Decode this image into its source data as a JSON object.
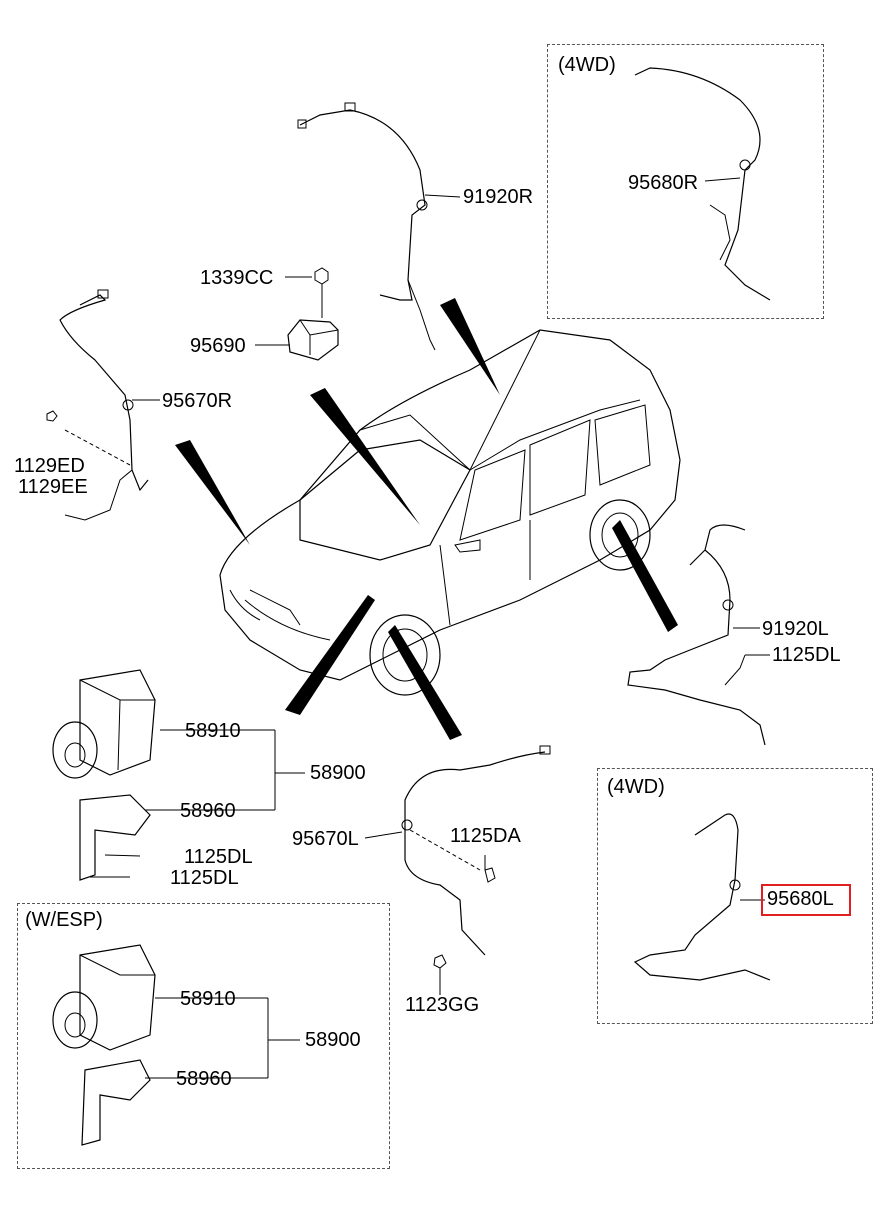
{
  "labels": {
    "box_4wd_top_title": "(4WD)",
    "box_4wd_bottom_title": "(4WD)",
    "box_wesp_title": "(W/ESP)",
    "p91920R": "91920R",
    "p95680R": "95680R",
    "p1339CC": "1339CC",
    "p95690": "95690",
    "p95670R": "95670R",
    "p1129ED": "1129ED",
    "p1129EE": "1129EE",
    "p91920L": "91920L",
    "p1125DL_right": "1125DL",
    "p58910_a": "58910",
    "p58900_a": "58900",
    "p58960_a": "58960",
    "p1125DL_a": "1125DL",
    "p1125DL_b": "1125DL",
    "p95670L": "95670L",
    "p1125DA": "1125DA",
    "p1123GG": "1123GG",
    "p95680L": "95680L",
    "p58910_b": "58910",
    "p58900_b": "58900",
    "p58960_b": "58960"
  },
  "highlight": {
    "part": "95680L",
    "color": "#e02020"
  }
}
